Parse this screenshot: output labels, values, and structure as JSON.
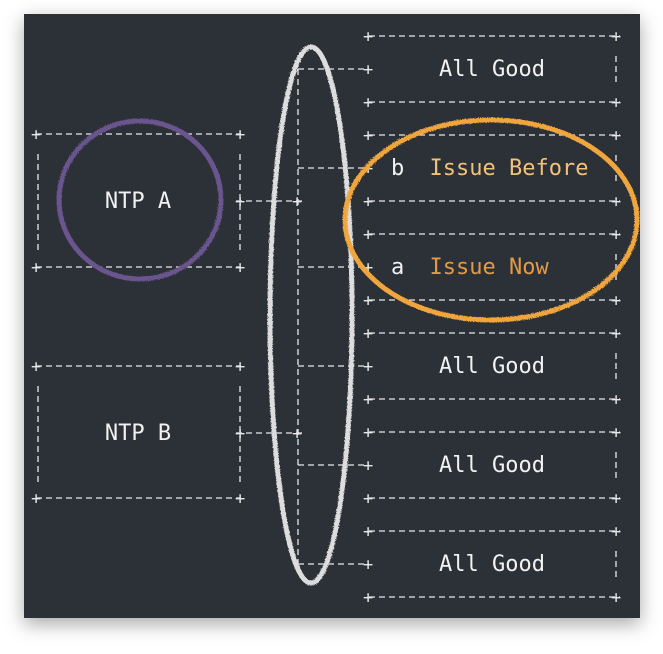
{
  "colors": {
    "background": "#2b3137",
    "line": "#e8e8e8",
    "ntp_a": "#7d6ba3",
    "circle_a": "#6b558f",
    "issue_before": "#f0c27a",
    "issue_now": "#e39a45",
    "circle_orange": "#f0a63c",
    "ellipse_white": "#dddddd"
  },
  "diagram": {
    "ntp_a_label": "NTP A",
    "ntp_b_label": "NTP B",
    "rows": [
      {
        "prefix": "",
        "text": "All Good",
        "status": "good"
      },
      {
        "prefix": "b",
        "text": "Issue Before",
        "status": "before"
      },
      {
        "prefix": "a",
        "text": "Issue Now",
        "status": "now"
      },
      {
        "prefix": "",
        "text": "All Good",
        "status": "good"
      },
      {
        "prefix": "",
        "text": "All Good",
        "status": "good"
      },
      {
        "prefix": "",
        "text": "All Good",
        "status": "good"
      }
    ]
  }
}
